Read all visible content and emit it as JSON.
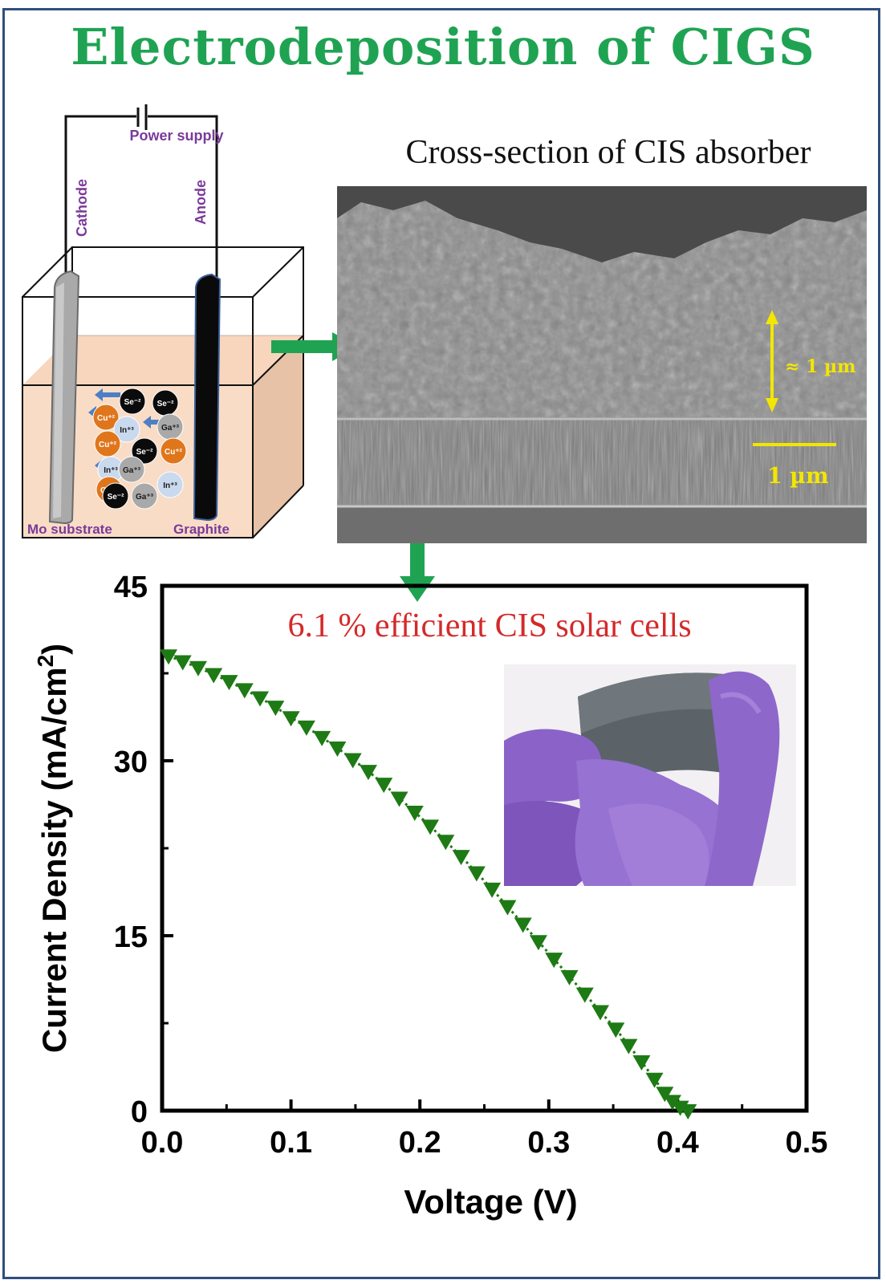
{
  "title": "Electrodeposition of CIGS",
  "cell": {
    "power_supply": "Power supply",
    "cathode": "Cathode",
    "anode": "Anode",
    "substrate": "Mo substrate",
    "counter": "Graphite",
    "ions": [
      {
        "label": "Se⁻²",
        "kind": "se"
      },
      {
        "label": "Se⁻²",
        "kind": "se"
      },
      {
        "label": "Cu⁺²",
        "kind": "cu"
      },
      {
        "label": "In⁺³",
        "kind": "in"
      },
      {
        "label": "Ga⁺³",
        "kind": "ga"
      },
      {
        "label": "Cu⁺²",
        "kind": "cu"
      },
      {
        "label": "Se⁻²",
        "kind": "se"
      },
      {
        "label": "Cu⁺²",
        "kind": "cu"
      },
      {
        "label": "In⁺³",
        "kind": "in"
      },
      {
        "label": "Ga⁺³",
        "kind": "ga"
      },
      {
        "label": "Cu⁺²",
        "kind": "cu"
      },
      {
        "label": "Se⁻²",
        "kind": "se"
      },
      {
        "label": "Ga⁺³",
        "kind": "ga"
      },
      {
        "label": "In⁺³",
        "kind": "in"
      }
    ]
  },
  "sem": {
    "caption": "Cross-section of CIS absorber",
    "thickness_label": "≈ 1 µm",
    "scale_label": "1 µm"
  },
  "efficiency_label": "6.1 % efficient CIS solar cells",
  "chart_data": {
    "type": "scatter",
    "title": "",
    "xlabel": "Voltage (V)",
    "ylabel": "Current Density (mA/cm",
    "ylabel_sup": "2",
    "ylabel_close": ")",
    "xlim": [
      0.0,
      0.5
    ],
    "ylim": [
      0,
      45
    ],
    "x_ticks": [
      "0.0",
      "0.1",
      "0.2",
      "0.3",
      "0.4",
      "0.5"
    ],
    "y_ticks": [
      "0",
      "15",
      "30",
      "45"
    ],
    "series": [
      {
        "marker": "triangle-down",
        "color": "#1e7a14",
        "x": [
          0.005,
          0.016,
          0.028,
          0.04,
          0.052,
          0.064,
          0.076,
          0.088,
          0.1,
          0.112,
          0.124,
          0.136,
          0.148,
          0.16,
          0.172,
          0.184,
          0.196,
          0.208,
          0.22,
          0.232,
          0.244,
          0.256,
          0.268,
          0.28,
          0.292,
          0.304,
          0.316,
          0.328,
          0.34,
          0.352,
          0.362,
          0.372,
          0.382,
          0.39,
          0.396,
          0.402,
          0.408
        ],
        "y": [
          39.0,
          38.5,
          38.0,
          37.4,
          36.8,
          36.1,
          35.4,
          34.6,
          33.7,
          32.9,
          32.0,
          31.1,
          30.1,
          29.1,
          28.0,
          26.8,
          25.6,
          24.4,
          23.1,
          21.8,
          20.4,
          19.0,
          17.5,
          16.0,
          14.5,
          13.0,
          11.5,
          10.0,
          8.5,
          7.0,
          5.6,
          4.2,
          2.7,
          1.5,
          0.8,
          0.3,
          0.0
        ]
      }
    ]
  }
}
